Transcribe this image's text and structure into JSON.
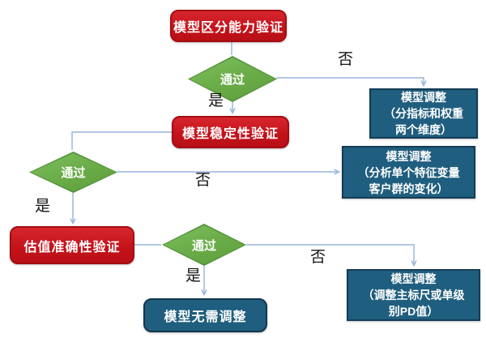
{
  "colors": {
    "process_red": "#C5131B",
    "decision_green": "#6CAE4A",
    "adjust_teal": "#1F5E7E",
    "connector_blue": "#95B4DB",
    "node_text_white": "#FFFFFF",
    "edge_label_black": "#141414"
  },
  "flowchart": {
    "steps": {
      "discrimination": "模型区分能力验证",
      "stability": "模型稳定性验证",
      "accuracy": "估值准确性验证",
      "no_adjustment": "模型无需调整"
    },
    "decision_label": "通过",
    "labels": {
      "yes": "是",
      "no": "否"
    },
    "adjustments": {
      "adjust1": {
        "lines": [
          "模型调整",
          "（分指标和权重",
          "两个维度）"
        ]
      },
      "adjust2": {
        "lines": [
          "模型调整",
          "（分析单个特征变量",
          "客户群的变化）"
        ]
      },
      "adjust3": {
        "lines": [
          "模型调整",
          "（调整主标尺或单级",
          "别PD值）"
        ]
      }
    }
  }
}
